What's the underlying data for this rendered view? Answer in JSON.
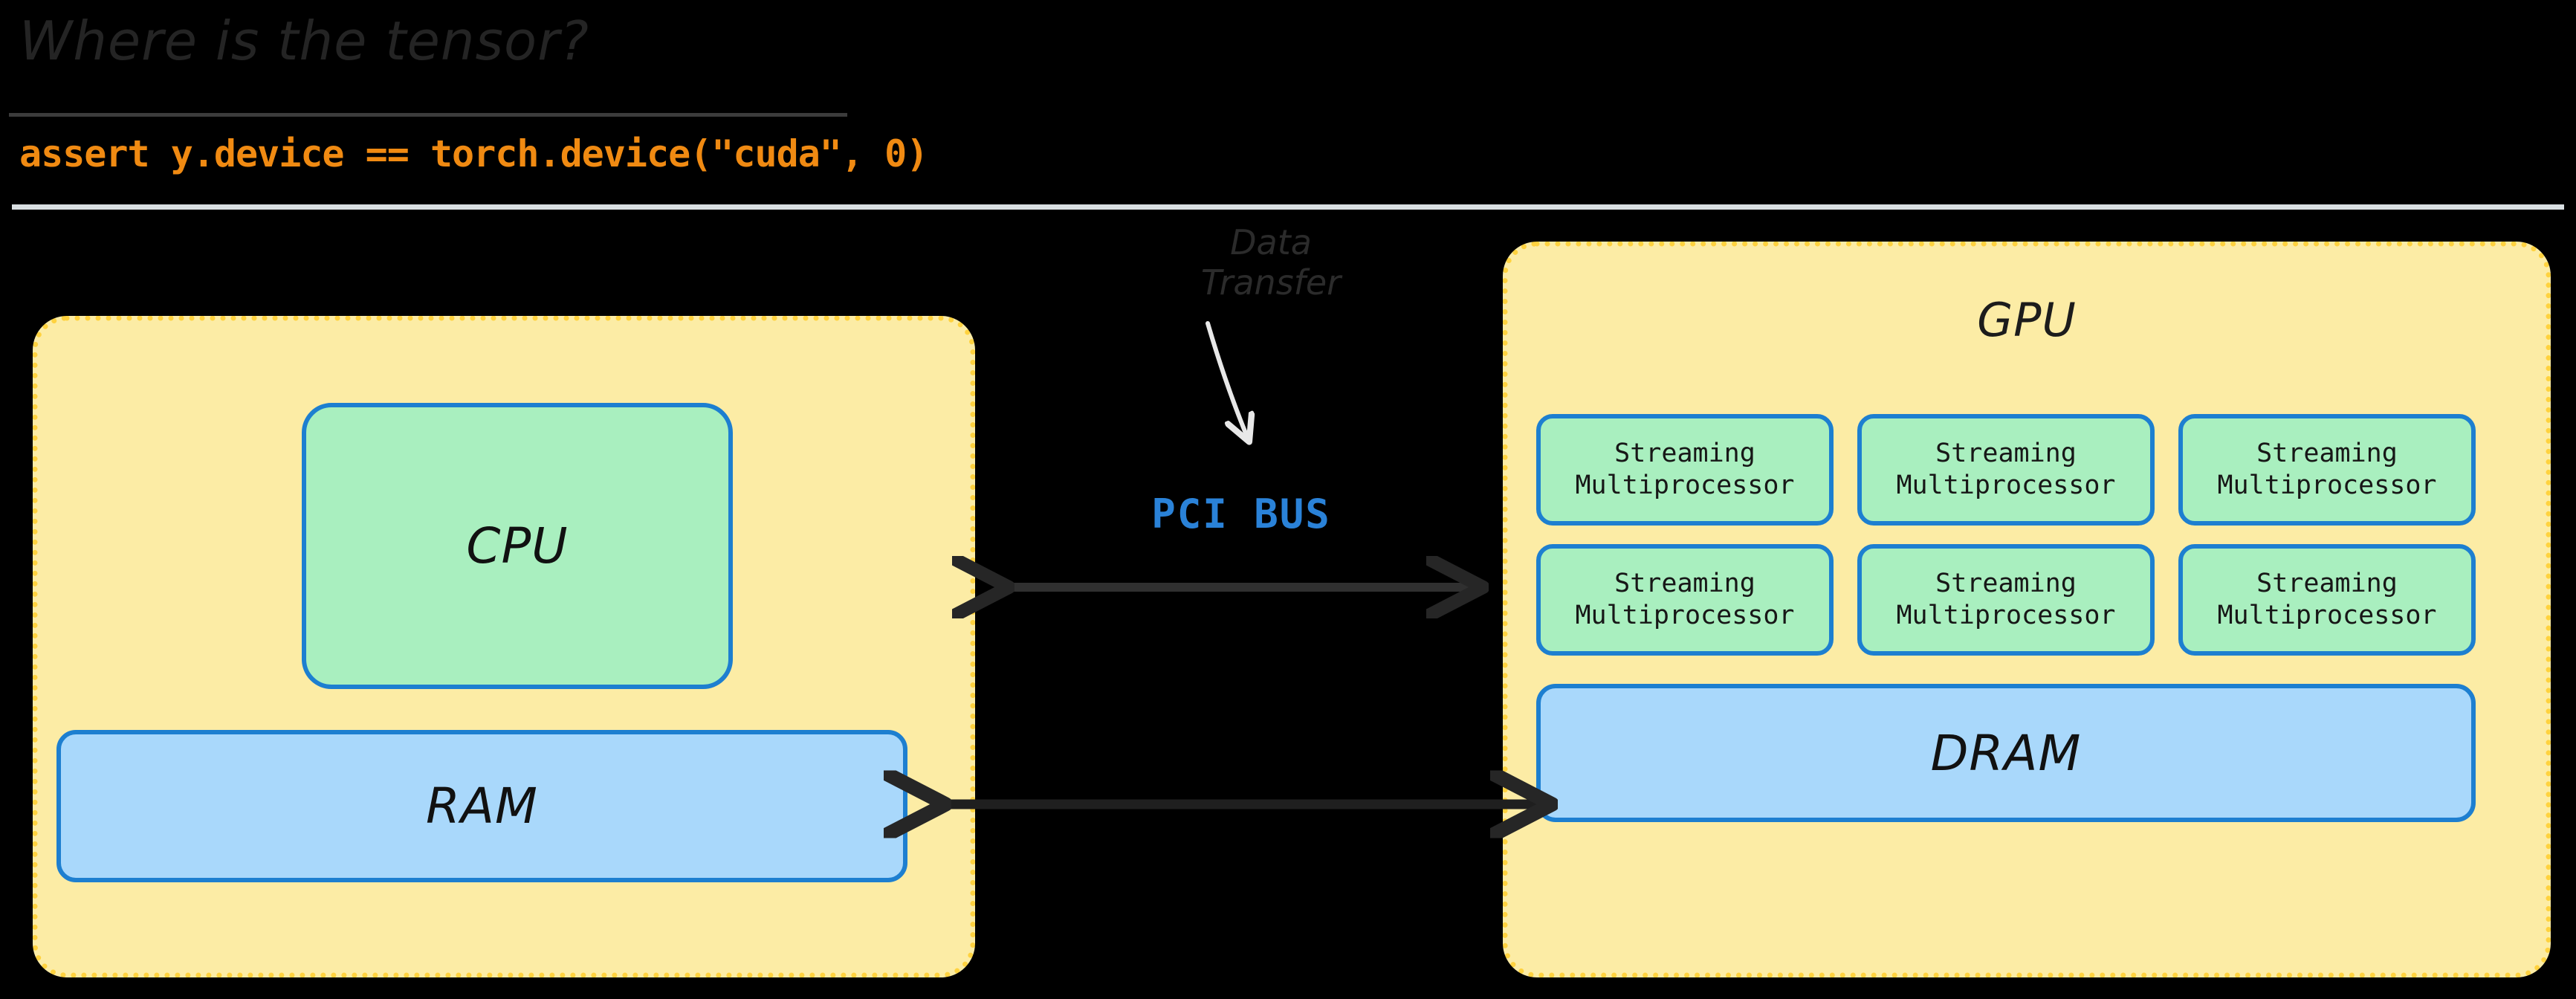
{
  "header": {
    "title": "Where is the tensor?",
    "code": "assert y.device == torch.device(\"cuda\", 0)",
    "title_color": "#242424",
    "code_color": "#f08a12",
    "rule_color": "#d9dfe2"
  },
  "colors": {
    "background": "#000000",
    "panel_fill": "#fcecA5",
    "panel_border": "#ffd23f",
    "block_border": "#1d7fd0",
    "green_fill": "#a9efbf",
    "blue_fill": "#a9d8fb",
    "arrow_dark": "#262626",
    "arrow_light": "#e8e8e8",
    "pci_text": "#2a82d8"
  },
  "host_panel": {
    "cpu_label": "CPU",
    "ram_label": "RAM"
  },
  "device_panel": {
    "title": "GPU",
    "sm_boxes": [
      {
        "label": "Streaming\nMultiprocessor"
      },
      {
        "label": "Streaming\nMultiprocessor"
      },
      {
        "label": "Streaming\nMultiprocessor"
      },
      {
        "label": "Streaming\nMultiprocessor"
      },
      {
        "label": "Streaming\nMultiprocessor"
      },
      {
        "label": "Streaming\nMultiprocessor"
      }
    ],
    "dram_label": "DRAM"
  },
  "annotations": {
    "data_transfer": "Data\nTransfer",
    "pci_bus": "PCI BUS"
  }
}
